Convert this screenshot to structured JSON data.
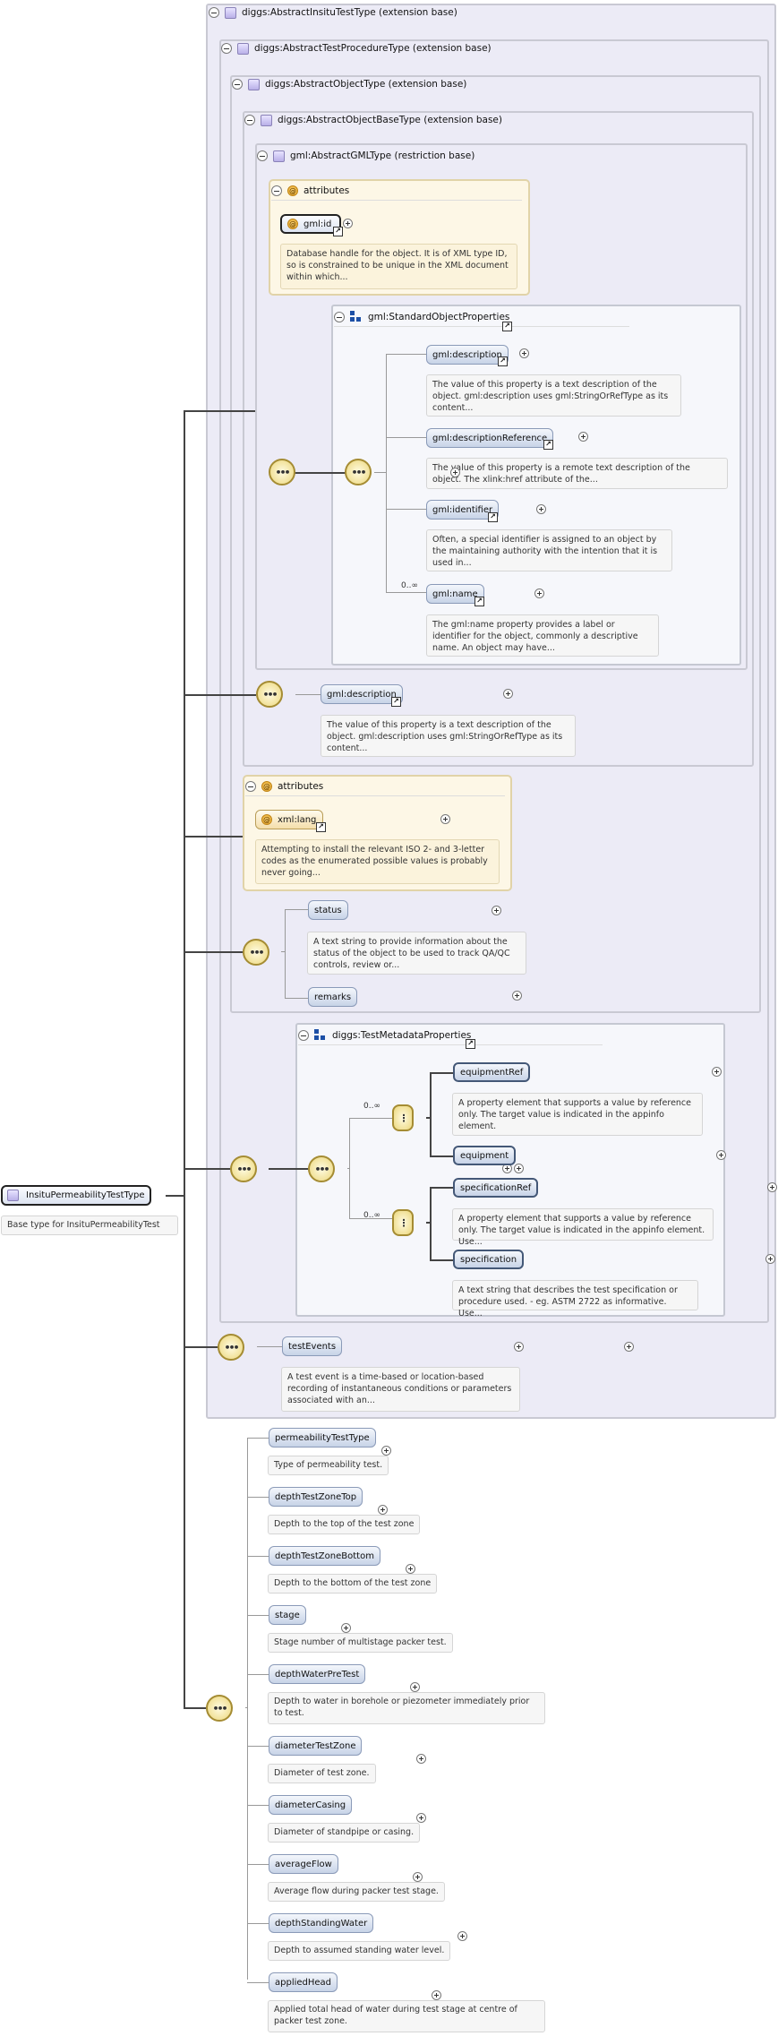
{
  "root": {
    "name": "InsituPermeabilityTestType",
    "doc": "Base type for InsituPermeabilityTest"
  },
  "ext": {
    "insitu": "diggs:AbstractInsituTestType (extension base)",
    "procedure": "diggs:AbstractTestProcedureType (extension base)",
    "object": "diggs:AbstractObjectType (extension base)",
    "objectBase": "diggs:AbstractObjectBaseType (extension base)",
    "gml": "gml:AbstractGMLType (restriction base)"
  },
  "attrs1": {
    "title": "attributes",
    "name": "gml:id",
    "doc": "Database handle for the object. It is of XML type ID, so is constrained to be unique in the XML document within which..."
  },
  "sop": {
    "title": "gml:StandardObjectProperties",
    "items": [
      {
        "name": "gml:description",
        "doc": "The value of this property is a text description of the object. gml:description uses gml:StringOrRefType as its content..."
      },
      {
        "name": "gml:descriptionReference",
        "doc": "The value of this property is a remote text description of the object. The xlink:href attribute of the..."
      },
      {
        "name": "gml:identifier",
        "doc": "Often, a special identifier is assigned to an object by the maintaining authority with the intention that it is used in..."
      },
      {
        "name": "gml:name",
        "doc": "The gml:name property provides a label or identifier for the object, commonly a descriptive name. An object may have...",
        "occurs": "0..∞"
      }
    ]
  },
  "desc2": {
    "name": "gml:description",
    "doc": "The value of this property is a text description of the object. gml:description uses gml:StringOrRefType as its content..."
  },
  "attrs2": {
    "title": "attributes",
    "name": "xml:lang",
    "doc": "Attempting to install the relevant ISO 2- and 3-letter codes as the enumerated possible values is probably never going..."
  },
  "status": {
    "name": "status",
    "doc": "A text string to provide information about the status of the object to be used to track QA/QC controls, review or..."
  },
  "remarks": {
    "name": "remarks"
  },
  "tmp": {
    "title": "diggs:TestMetadataProperties",
    "eqRef": {
      "name": "equipmentRef",
      "doc": "A property element that supports a value by reference only. The target value is indicated in the appinfo element.",
      "occurs": "0..∞"
    },
    "eq": {
      "name": "equipment"
    },
    "specRef": {
      "name": "specificationRef",
      "doc": "A property element that supports a value by reference only. The target value is indicated in the appinfo element. Use...",
      "occurs": "0..∞"
    },
    "spec": {
      "name": "specification",
      "doc": "A text string that describes the test specification or procedure used. - eg. ASTM 2722 as informative. Use..."
    }
  },
  "testEvents": {
    "name": "testEvents",
    "doc": "A test event is a time-based or location-based recording of instantaneous conditions or parameters associated with an..."
  },
  "seq": [
    {
      "name": "permeabilityTestType",
      "doc": "Type of permeability test."
    },
    {
      "name": "depthTestZoneTop",
      "doc": "Depth to the top of the test zone"
    },
    {
      "name": "depthTestZoneBottom",
      "doc": "Depth to the bottom of the test zone"
    },
    {
      "name": "stage",
      "doc": "Stage number of multistage packer test."
    },
    {
      "name": "depthWaterPreTest",
      "doc": "Depth to water in borehole or piezometer immediately prior to test."
    },
    {
      "name": "diameterTestZone",
      "doc": "Diameter of test zone."
    },
    {
      "name": "diameterCasing",
      "doc": "Diameter of standpipe or casing."
    },
    {
      "name": "averageFlow",
      "doc": "Average flow during packer test stage."
    },
    {
      "name": "depthStandingWater",
      "doc": "Depth to assumed standing water level."
    },
    {
      "name": "appliedHead",
      "doc": "Applied total head of water during test stage at centre of packer test zone."
    }
  ]
}
